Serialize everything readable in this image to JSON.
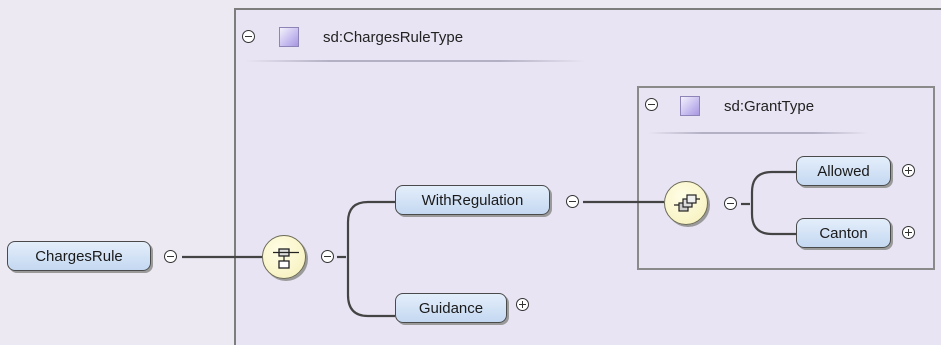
{
  "outer_type": {
    "label": "sd:ChargesRuleType"
  },
  "inner_type": {
    "label": "sd:GrantType"
  },
  "nodes": {
    "root": "ChargesRule",
    "with_regulation": "WithRegulation",
    "guidance": "Guidance",
    "allowed": "Allowed",
    "canton": "Canton"
  },
  "compositors": {
    "outer": "sequence-compositor-icon",
    "inner": "all-compositor-icon"
  },
  "colors": {
    "background": "#ece9f3",
    "type_box": "#e8e4f3",
    "element_fill": "#cfe0f5",
    "compositor_fill": "#f6f0b8",
    "connector": "#444444"
  }
}
